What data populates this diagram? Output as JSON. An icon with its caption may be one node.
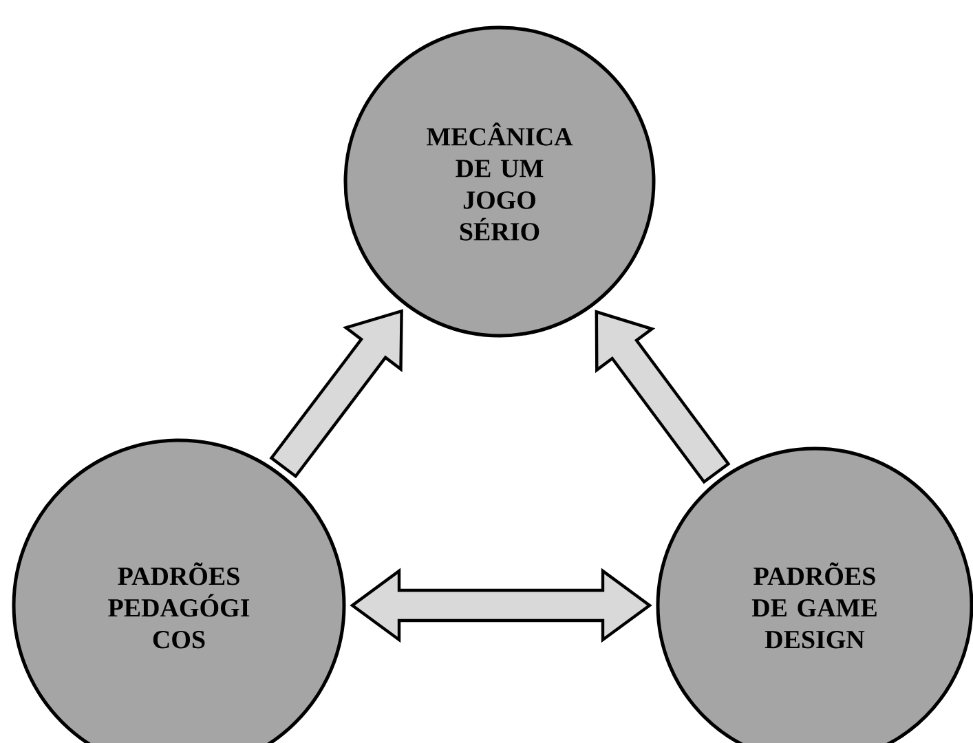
{
  "diagram": {
    "nodes": [
      {
        "text": [
          "MECÂNICA DE UM JOGO SÉRIO"
        ]
      },
      {
        "text": [
          "PADRÕES PEDAGÓGI COS"
        ]
      },
      {
        "text": [
          "PADRÕES DE GAME DESIGN"
        ]
      }
    ],
    "edges": [
      {
        "from": 1,
        "to": 0,
        "arrow": "to"
      },
      {
        "from": 2,
        "to": 0,
        "arrow": "to"
      },
      {
        "from": 1,
        "to": 2,
        "arrow": "both"
      }
    ]
  }
}
